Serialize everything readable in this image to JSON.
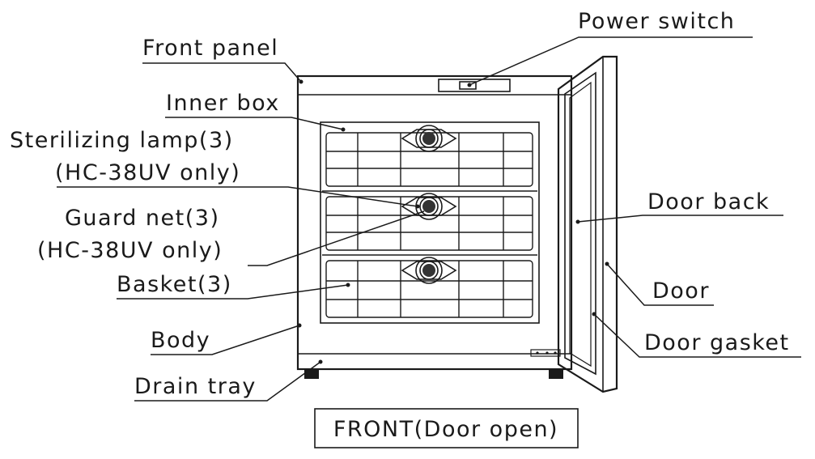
{
  "labels": {
    "power_switch": "Power switch",
    "front_panel": "Front panel",
    "inner_box": "Inner box",
    "sterilizing_lamp": "Sterilizing lamp(3)",
    "sterilizing_lamp_note": "(HC-38UV only)",
    "guard_net": "Guard net(3)",
    "guard_net_note": "(HC-38UV only)",
    "basket": "Basket(3)",
    "body": "Body",
    "drain_tray": "Drain tray",
    "door_back": "Door back",
    "door": "Door",
    "door_gasket": "Door gasket",
    "caption": "FRONT(Door open)"
  },
  "colors": {
    "line": "#1a1a1a",
    "background": "#ffffff"
  }
}
